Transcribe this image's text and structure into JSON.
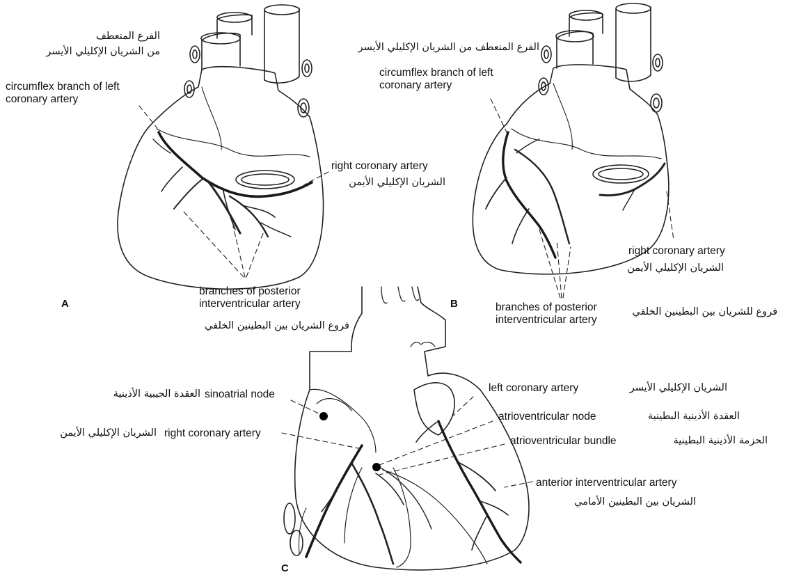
{
  "panels": {
    "a": "A",
    "b": "B",
    "c": "C"
  },
  "labels": {
    "a_circ_ar_1": "الفرع المنعطف",
    "a_circ_ar_2": "من الشريان الإكليلي الأيسر",
    "a_circ_en_1": "circumflex branch of left",
    "a_circ_en_2": "coronary artery",
    "a_rca_en": "right coronary artery",
    "a_rca_ar": "الشريان الإكليلي الأيمن",
    "a_pia_en_1": "branches of posterior",
    "a_pia_en_2": "interventricular artery",
    "a_pia_ar": "فروع الشريان بين البطينين الخلفي",
    "b_circ_ar": "الفرع المنعطف من الشريان الإكليلي الأيسر",
    "b_circ_en_1": "circumflex branch of left",
    "b_circ_en_2": "coronary artery",
    "b_rca_en": "right coronary artery",
    "b_rca_ar": "الشريان الإكليلي الأيمن",
    "b_pia_en_1": "branches of posterior",
    "b_pia_en_2": "interventricular artery",
    "b_pia_ar": "فروع للشريان بين البطينين الخلفي",
    "c_san_en": "sinoatrial node",
    "c_san_ar": "العقدة الجيبية الأذينية",
    "c_rca_en": "right coronary artery",
    "c_rca_ar": "الشريان الإكليلي الأيمن",
    "c_lca_ar": "الشريان الإكليلي الأيسر",
    "c_lca_en": "left coronary artery",
    "c_avn_ar": "العقدة الأذينية البطينية",
    "c_avn_en": "atrioventricular node",
    "c_avb_ar": "الحزمة الأذينية البطينية",
    "c_avb_en": "atrioventricular bundle",
    "c_aia_en": "anterior interventricular artery",
    "c_aia_ar": "الشريان بين البطينين الأمامي"
  }
}
